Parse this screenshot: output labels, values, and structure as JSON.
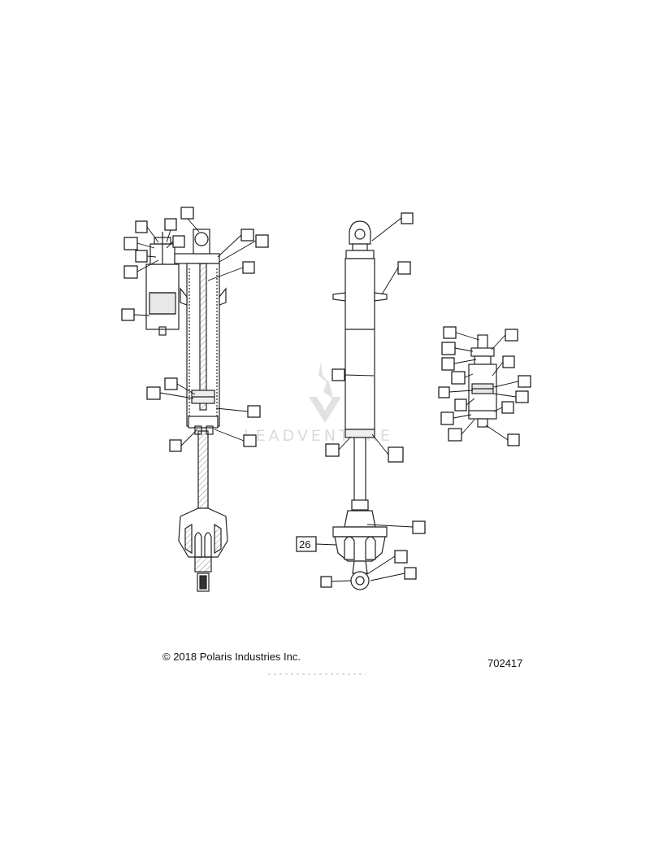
{
  "copyright": "© 2018 Polaris Industries Inc.",
  "figure_number": "702417",
  "callout_label": "26",
  "watermark": {
    "text": "LEADVENTURE",
    "color": "#d9d9d9"
  },
  "colors": {
    "line": "#222222",
    "shade": "#dcdcdc"
  }
}
